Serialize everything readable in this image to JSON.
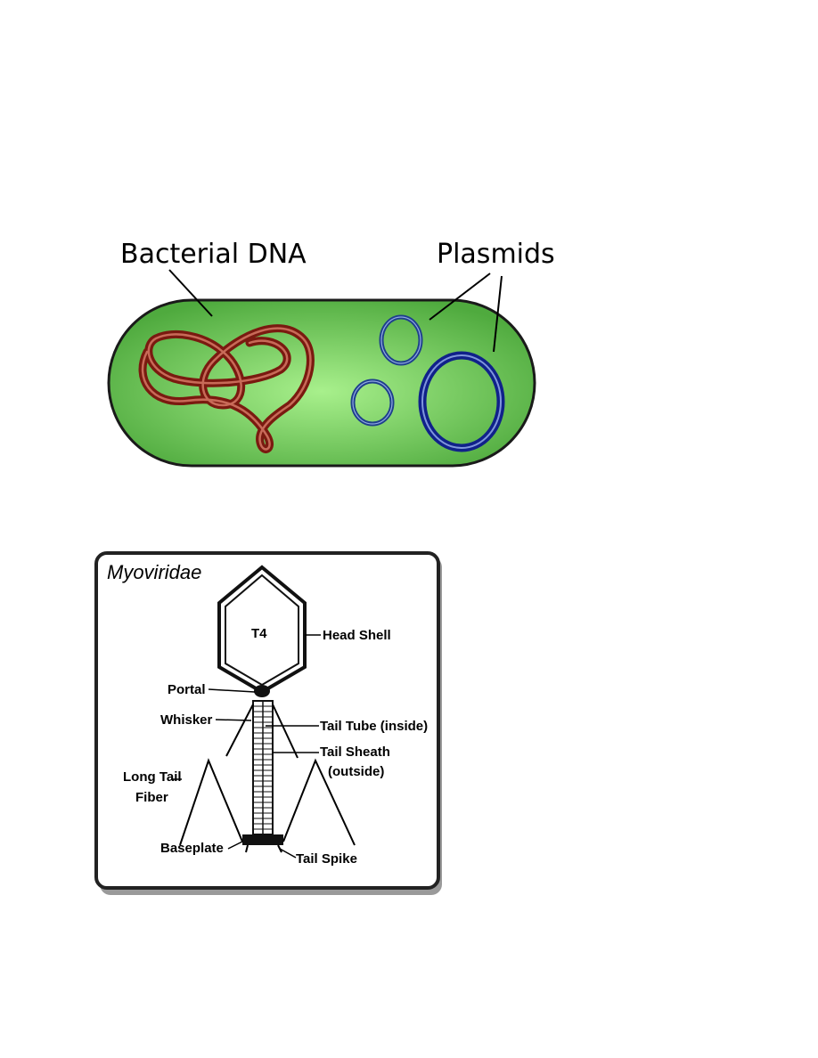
{
  "bacteria_diagram": {
    "labels": {
      "bacterial_dna": "Bacterial DNA",
      "plasmids": "Plasmids"
    },
    "colors": {
      "cell_fill": "#5cb84a",
      "cell_center": "#a8f08c",
      "dna": "#7a1a10",
      "plasmid": "#1e3f8c",
      "plasmid_large": "#10218a"
    }
  },
  "phage_diagram": {
    "title": "Myoviridae",
    "head_label": "T4",
    "labels": {
      "head_shell": "Head Shell",
      "portal": "Portal",
      "whisker": "Whisker",
      "tail_tube": "Tail Tube (inside)",
      "tail_sheath_1": "Tail Sheath",
      "tail_sheath_2": "(outside)",
      "long_tail_fiber_1": "Long Tail",
      "long_tail_fiber_2": "Fiber",
      "baseplate": "Baseplate",
      "tail_spike": "Tail Spike"
    }
  }
}
